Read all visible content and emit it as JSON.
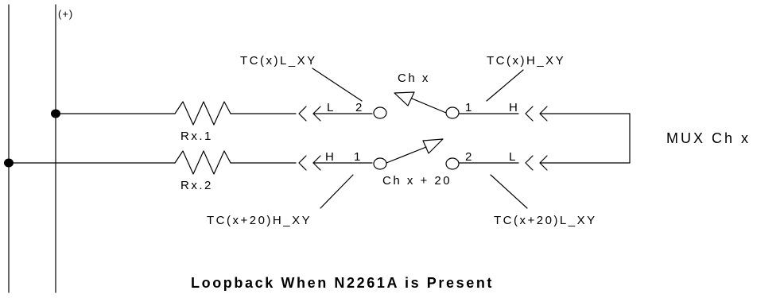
{
  "diagram": {
    "caption": "Loopback When N2261A is Present",
    "rail_label": "(+)",
    "mux_label": "MUX Ch x",
    "resistors": {
      "r1": "Rx.1",
      "r2": "Rx.2"
    },
    "switches": {
      "upper": "Ch x",
      "lower": "Ch x + 20"
    },
    "nodes": {
      "tc_x_l": "TC(x)L_XY",
      "tc_x_h": "TC(x)H_XY",
      "tc_x20_h": "TC(x+20)H_XY",
      "tc_x20_l": "TC(x+20)L_XY"
    },
    "pins": {
      "upper_left_letter": "L",
      "upper_left_num": "2",
      "upper_right_num": "1",
      "upper_right_letter": "H",
      "lower_left_letter": "H",
      "lower_left_num": "1",
      "lower_right_num": "2",
      "lower_right_letter": "L"
    },
    "colors": {
      "ink": "#000000",
      "background": "#ffffff"
    }
  }
}
